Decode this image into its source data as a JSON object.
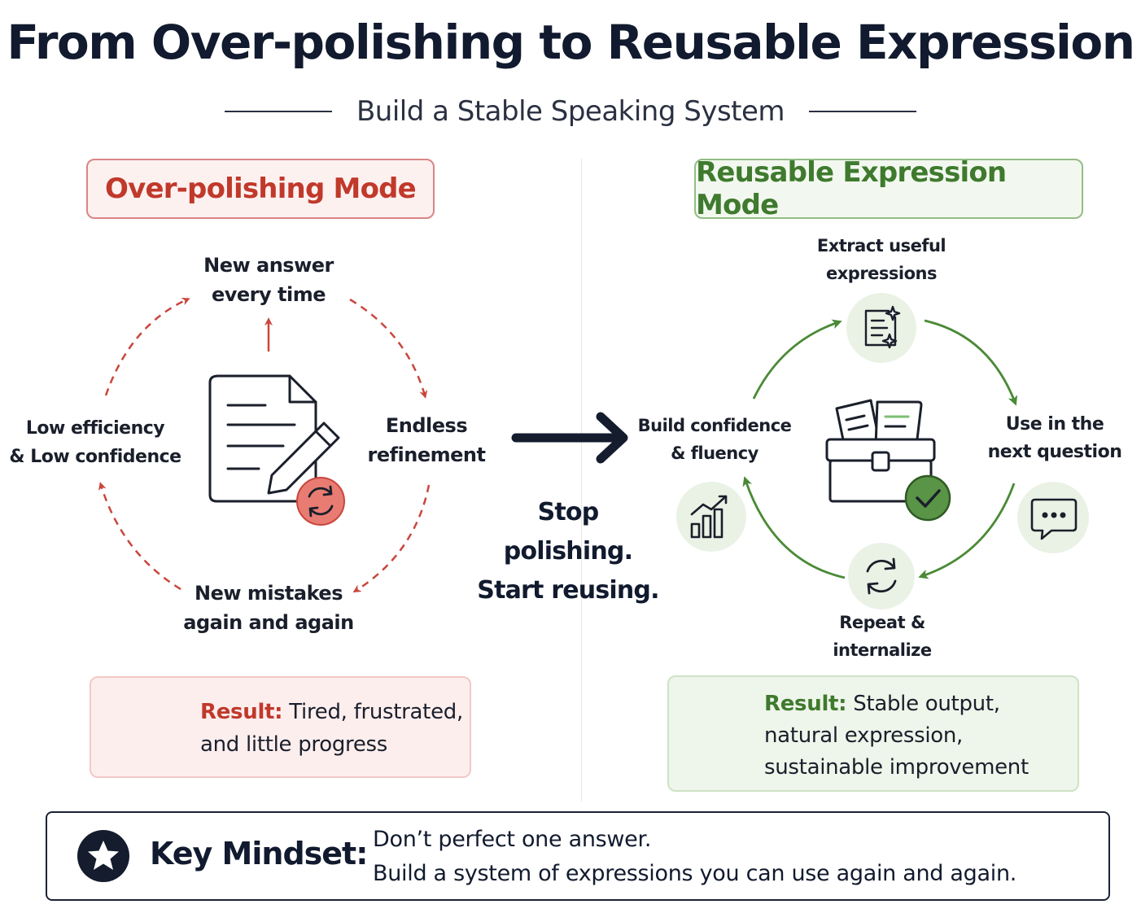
{
  "header": {
    "title": "From Over-polishing to Reusable Expression",
    "subtitle": "Build a Stable Speaking System"
  },
  "left": {
    "mode_title": "Over-polishing Mode",
    "steps": {
      "top": [
        "New answer",
        "every time"
      ],
      "right": [
        "Endless",
        "refinement"
      ],
      "bottom": [
        "New mistakes",
        "again and again"
      ],
      "left": [
        "Low efficiency",
        "& Low confidence"
      ]
    },
    "result_key": "Result:",
    "result_lines": [
      "Tired, frustrated,",
      "and little progress"
    ],
    "accent": "#c0392b"
  },
  "middle": {
    "lines": [
      "Stop polishing.",
      "Start reusing."
    ]
  },
  "right": {
    "mode_title": "Reusable Expression Mode",
    "steps": {
      "top": [
        "Extract useful",
        "expressions"
      ],
      "right": [
        "Use in the",
        "next question"
      ],
      "bottom": [
        "Repeat &",
        "internalize"
      ],
      "left": [
        "Build confidence",
        "& fluency"
      ]
    },
    "result_key": "Result:",
    "result_lines": [
      "Stable output,",
      "natural expression,",
      "sustainable improvement"
    ],
    "accent": "#3f7a2e"
  },
  "key_mindset": {
    "label": "Key Mindset:",
    "lines": [
      "Don’t perfect one answer.",
      "Build a system of expressions you can use again and again."
    ]
  },
  "icons": {
    "left_center": "document-pencil-icon",
    "left_badge": "refresh-icon",
    "left_result": "x-circle-icon",
    "middle_arrow": "arrow-right-icon",
    "right_center": "toolbox-documents-icon",
    "right_badge": "check-icon",
    "right_top": "document-sparkle-icon",
    "right_right": "chat-bubble-icon",
    "right_bottom": "refresh-icon",
    "right_left": "growth-chart-icon",
    "right_result": "check-circle-icon",
    "key": "star-icon"
  }
}
